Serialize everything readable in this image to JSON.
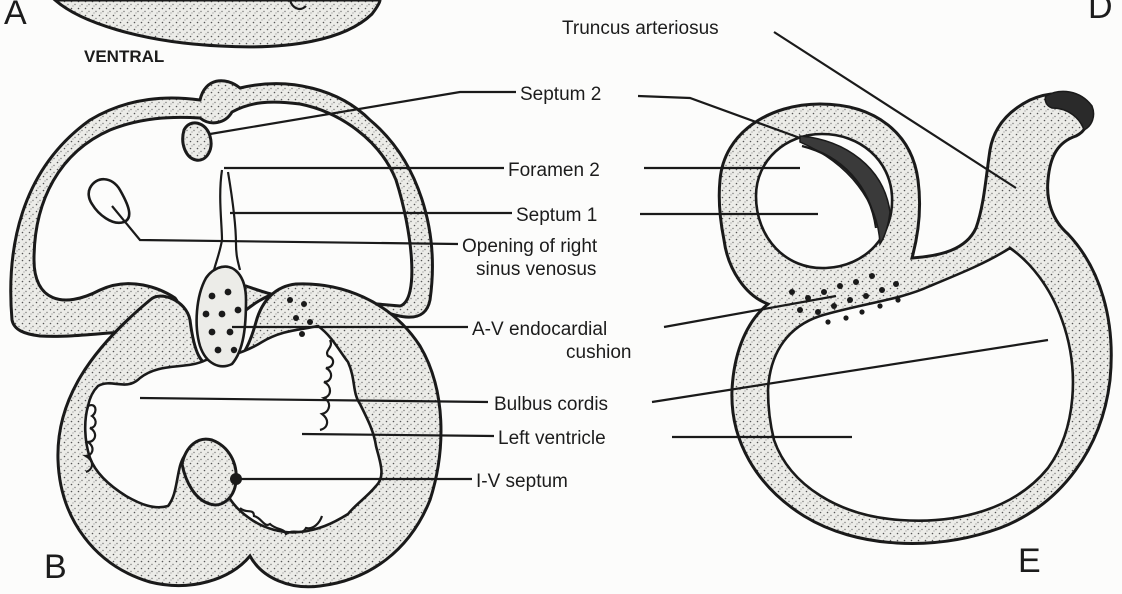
{
  "panel_letters": {
    "a": "A",
    "b": "B",
    "d": "D",
    "e": "E"
  },
  "orientation": "VENTRAL",
  "labels": {
    "truncus": "Truncus arteriosus",
    "septum2": "Septum 2",
    "foramen2": "Foramen 2",
    "septum1": "Septum 1",
    "opening_line1": "Opening of right",
    "opening_line2": "sinus venosus",
    "av_line1": "A-V  endocardial",
    "av_line2": "cushion",
    "bulbus": "Bulbus cordis",
    "left_ventricle": "Left ventricle",
    "iv_septum": "I-V septum"
  },
  "colors": {
    "ink": "#1a1a1a",
    "tissue": "#e6e6e2",
    "paper": "#fcfcfb"
  }
}
